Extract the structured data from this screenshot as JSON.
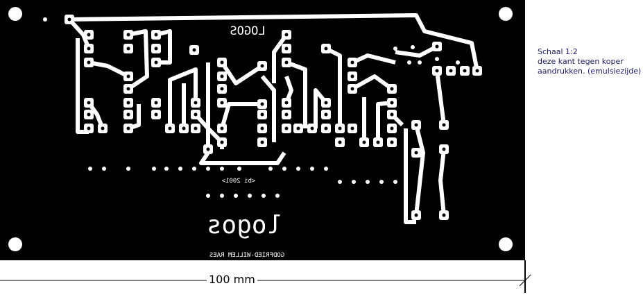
{
  "pcb": {
    "top_logo_mirrored": "LOGOS",
    "version_mirrored": "<bi 2001>",
    "logo_mirrored": "logos",
    "author_mirrored": "GODFRIED-WILLEM RAES",
    "colors": {
      "board": "#000000",
      "copper": "#ffffff"
    }
  },
  "notes": {
    "scale": "Schaal 1:2",
    "line2": "deze kant tegen koper",
    "line3": "aandrukken. (emulsiezijde)"
  },
  "dimension": {
    "label": "100 mm"
  }
}
